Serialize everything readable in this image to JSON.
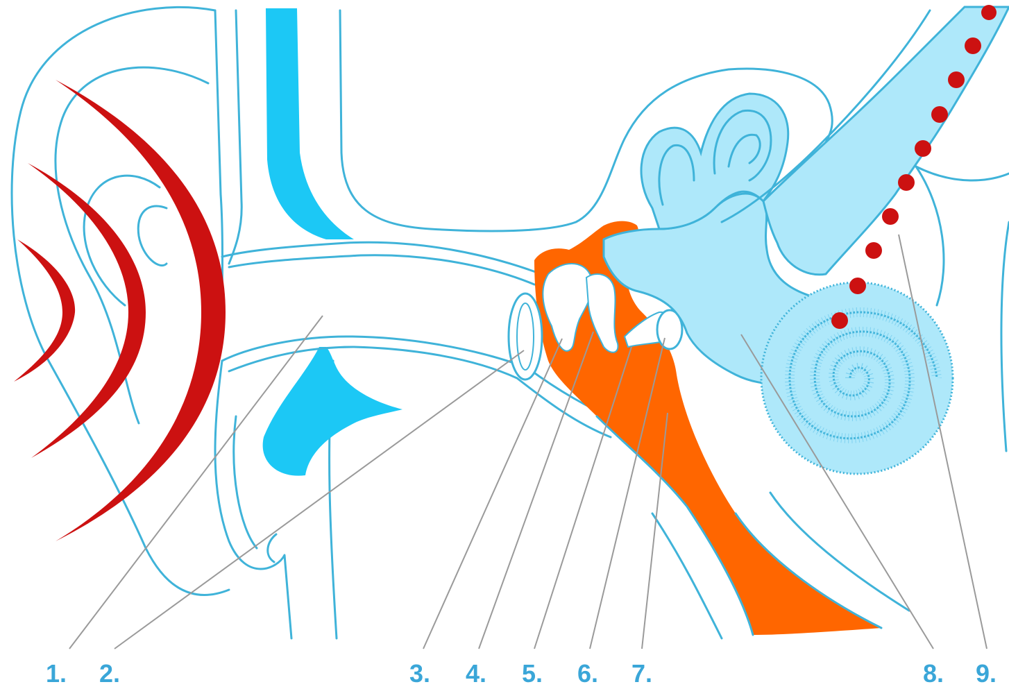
{
  "labels": [
    "1.",
    "2.",
    "3.",
    "4.",
    "5.",
    "6.",
    "7.",
    "8.",
    "9."
  ],
  "colors": {
    "outline": "#3fb3d9",
    "cartilage_fill": "#1cc8f5",
    "middle_ear_fill": "#ff6600",
    "inner_ear_fill": "#aee8fa",
    "sound_wave": "#cc1111",
    "nerve_signal": "#cc1111",
    "label_text": "#3aa6d8",
    "leader_line": "#9a9a9a"
  }
}
